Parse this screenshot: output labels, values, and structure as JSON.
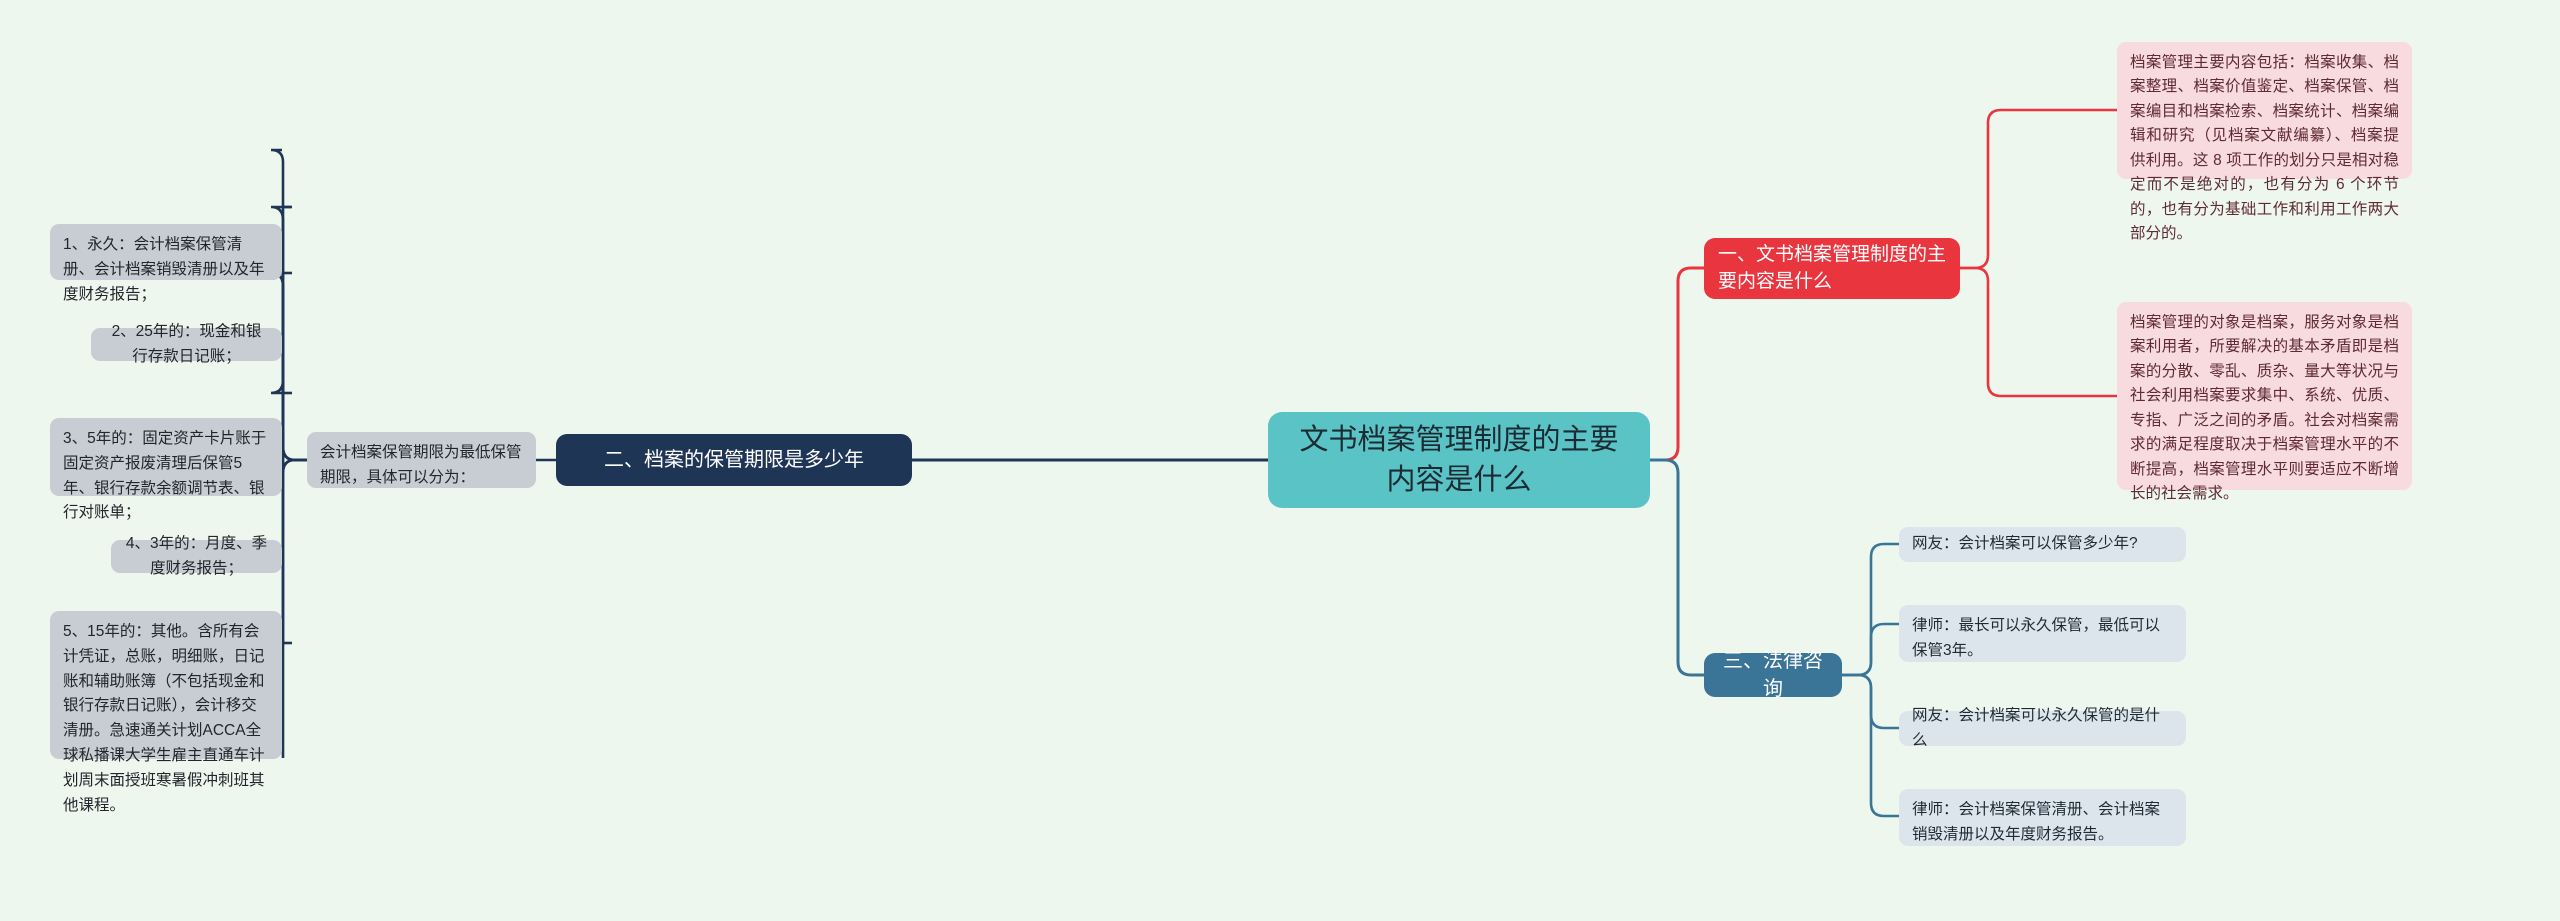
{
  "colors": {
    "background": "#eef7ee",
    "root_fill": "#5ac3c6",
    "red_fill": "#e8353e",
    "navy_fill": "#1f3556",
    "steel_fill": "#3a7497",
    "pink_fill": "#f8dbdf",
    "gray_fill": "#c8cdd4",
    "bluegray_fill": "#dde5ec",
    "red_link": "#e8353e",
    "navy_link": "#1f3556",
    "steel_link": "#3a7497"
  },
  "root": {
    "label": "文书档案管理制度的主要内容是什么"
  },
  "branches": {
    "b1": {
      "label": "一、文书档案管理制度的主要内容是什么",
      "children": [
        {
          "label": "档案管理主要内容包括：档案收集、档案整理、档案价值鉴定、档案保管、档案编目和档案检索、档案统计、档案编辑和研究（见档案文献编纂）、档案提供利用。这 8 项工作的划分只是相对稳定而不是绝对的，也有分为 6 个环节的，也有分为基础工作和利用工作两大部分的。"
        },
        {
          "label": "档案管理的对象是档案，服务对象是档案利用者，所要解决的基本矛盾即是档案的分散、零乱、质杂、量大等状况与社会利用档案要求集中、系统、优质、专指、广泛之间的矛盾。社会对档案需求的满足程度取决于档案管理水平的不断提高，档案管理水平则要适应不断增长的社会需求。"
        }
      ]
    },
    "b2": {
      "label": "二、档案的保管期限是多少年",
      "intro": "会计档案保管期限为最低保管期限，具体可以分为：",
      "children": [
        {
          "label": "1、永久：会计档案保管清册、会计档案销毁清册以及年度财务报告；"
        },
        {
          "label": "2、25年的：现金和银行存款日记账；"
        },
        {
          "label": "3、5年的：固定资产卡片账于固定资产报废清理后保管5年、银行存款余额调节表、银行对账单；"
        },
        {
          "label": "4、3年的：月度、季度财务报告；"
        },
        {
          "label": "5、15年的：其他。含所有会计凭证，总账，明细账，日记账和辅助账簿（不包括现金和银行存款日记账），会计移交清册。急速通关计划ACCA全球私播课大学生雇主直通车计划周末面授班寒暑假冲刺班其他课程。"
        }
      ]
    },
    "b3": {
      "label": "三、法律咨询",
      "children": [
        {
          "label": "网友：会计档案可以保管多少年?"
        },
        {
          "label": "律师：最长可以永久保管，最低可以保管3年。"
        },
        {
          "label": "网友：会计档案可以永久保管的是什么"
        },
        {
          "label": "律师：会计档案保管清册、会计档案销毁清册以及年度财务报告。"
        }
      ]
    }
  }
}
